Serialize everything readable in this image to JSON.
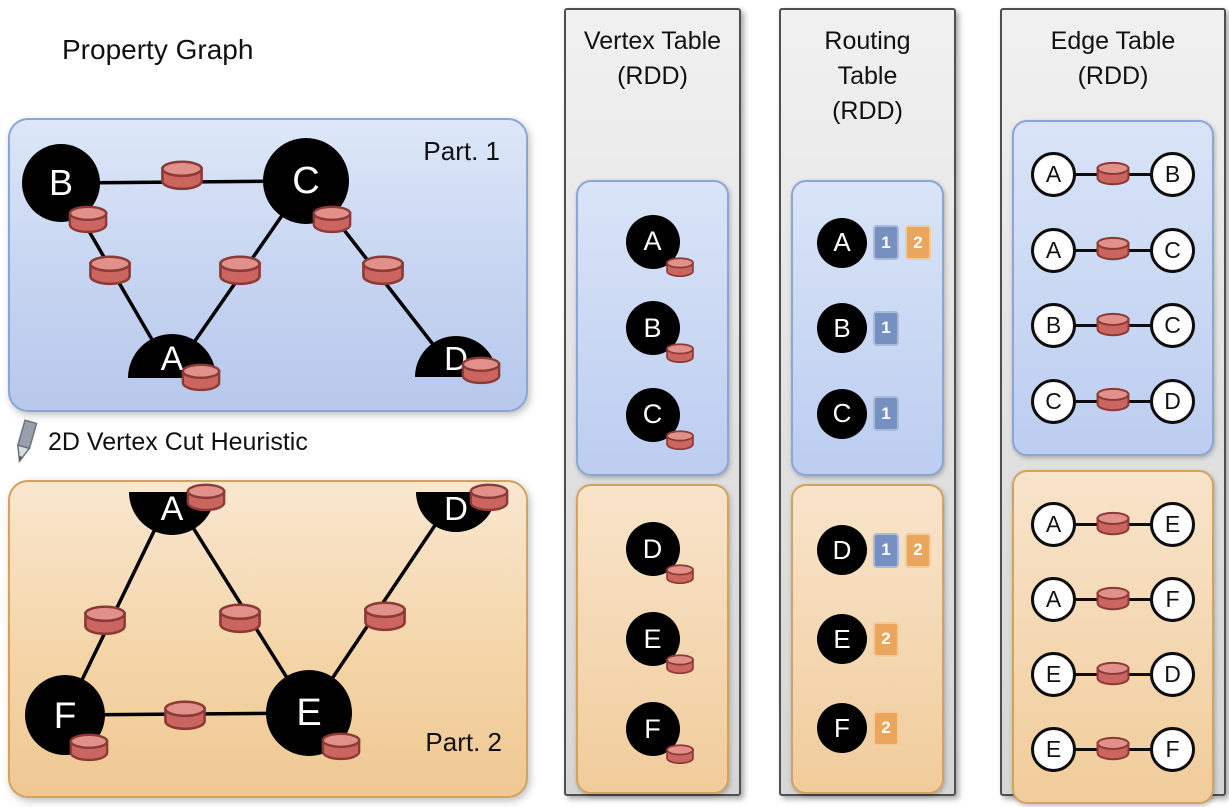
{
  "titles": {
    "property_graph": "Property Graph",
    "cut_heuristic": "2D Vertex Cut Heuristic",
    "vertex_table": "Vertex Table\n(RDD)",
    "routing_table": "Routing\nTable\n(RDD)",
    "edge_table": "Edge Table\n(RDD)"
  },
  "partitions": {
    "part1_label": "Part. 1",
    "part2_label": "Part. 2"
  },
  "vertex_labels": {
    "A": "A",
    "B": "B",
    "C": "C",
    "D": "D",
    "E": "E",
    "F": "F"
  },
  "graph": {
    "part1": {
      "vertices": [
        "B",
        "C",
        "A",
        "D"
      ],
      "edges": [
        [
          "B",
          "C"
        ],
        [
          "B",
          "A"
        ],
        [
          "C",
          "A"
        ],
        [
          "C",
          "D"
        ]
      ]
    },
    "part2": {
      "vertices": [
        "A",
        "D",
        "F",
        "E"
      ],
      "edges": [
        [
          "A",
          "F"
        ],
        [
          "A",
          "E"
        ],
        [
          "D",
          "E"
        ],
        [
          "F",
          "E"
        ]
      ]
    }
  },
  "vertex_table": {
    "part1": [
      "A",
      "B",
      "C"
    ],
    "part2": [
      "D",
      "E",
      "F"
    ]
  },
  "routing_table": {
    "part1": [
      {
        "vertex": "A",
        "parts": [
          "1",
          "2"
        ]
      },
      {
        "vertex": "B",
        "parts": [
          "1"
        ]
      },
      {
        "vertex": "C",
        "parts": [
          "1"
        ]
      }
    ],
    "part2": [
      {
        "vertex": "D",
        "parts": [
          "1",
          "2"
        ]
      },
      {
        "vertex": "E",
        "parts": [
          "2"
        ]
      },
      {
        "vertex": "F",
        "parts": [
          "2"
        ]
      }
    ]
  },
  "edge_table": {
    "part1": [
      [
        "A",
        "B"
      ],
      [
        "A",
        "C"
      ],
      [
        "B",
        "C"
      ],
      [
        "C",
        "D"
      ]
    ],
    "part2": [
      [
        "A",
        "E"
      ],
      [
        "A",
        "F"
      ],
      [
        "E",
        "D"
      ],
      [
        "E",
        "F"
      ]
    ]
  },
  "colors": {
    "partition1_fill": "#cfddf5",
    "partition1_border": "#8ba6d4",
    "partition2_fill": "#f5d9ae",
    "partition2_border": "#d2a25e",
    "table_fill": "#e4e4e4",
    "table_border": "#4f4f4f",
    "vertex_fill": "#000000",
    "cylinder_body": "#cb655f",
    "cylinder_top": "#e2918a",
    "chip_blue": "#7590c1",
    "chip_orange": "#eba65d"
  }
}
